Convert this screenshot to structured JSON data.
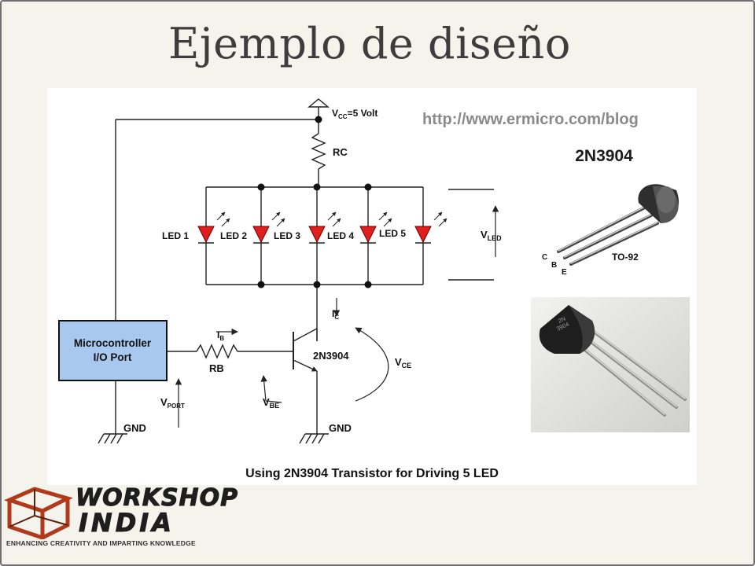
{
  "slide": {
    "title": "Ejemplo de diseño"
  },
  "diagram": {
    "vcc_label": "V",
    "vcc_sub": "CC",
    "vcc_value": "=5 Volt",
    "url": "http://www.ermicro.com/blog",
    "transistor_title": "2N3904",
    "rc": "RC",
    "rb": "RB",
    "led_labels": [
      "LED 1",
      "LED 2",
      "LED 3",
      "LED 4",
      "LED 5"
    ],
    "vled_main": "V",
    "vled_sub": "LED",
    "mcu_line1": "Microcontroller",
    "mcu_line2": "I/O Port",
    "ib_main": "I",
    "ib_sub": "B",
    "ic_main": "I",
    "ic_sub": "C",
    "transistor_label": "2N3904",
    "vce_main": "V",
    "vce_sub": "CE",
    "vport_main": "V",
    "vport_sub": "PORT",
    "vbe_main": "V",
    "vbe_sub": "BE",
    "gnd_left": "GND",
    "gnd_right": "GND",
    "pin_c": "C",
    "pin_b": "B",
    "pin_e": "E",
    "package": "TO-92",
    "photo_text1": "2N",
    "photo_text2": "3904",
    "caption": "Using 2N3904 Transistor for Driving 5 LED",
    "led_color": "#e01e1e",
    "mcu_color": "#a8c8f0"
  },
  "logo": {
    "word1": "WORKSHOP",
    "word2": "INDIA",
    "tagline": "ENHANCING CREATIVITY AND IMPARTING KNOWLEDGE"
  }
}
